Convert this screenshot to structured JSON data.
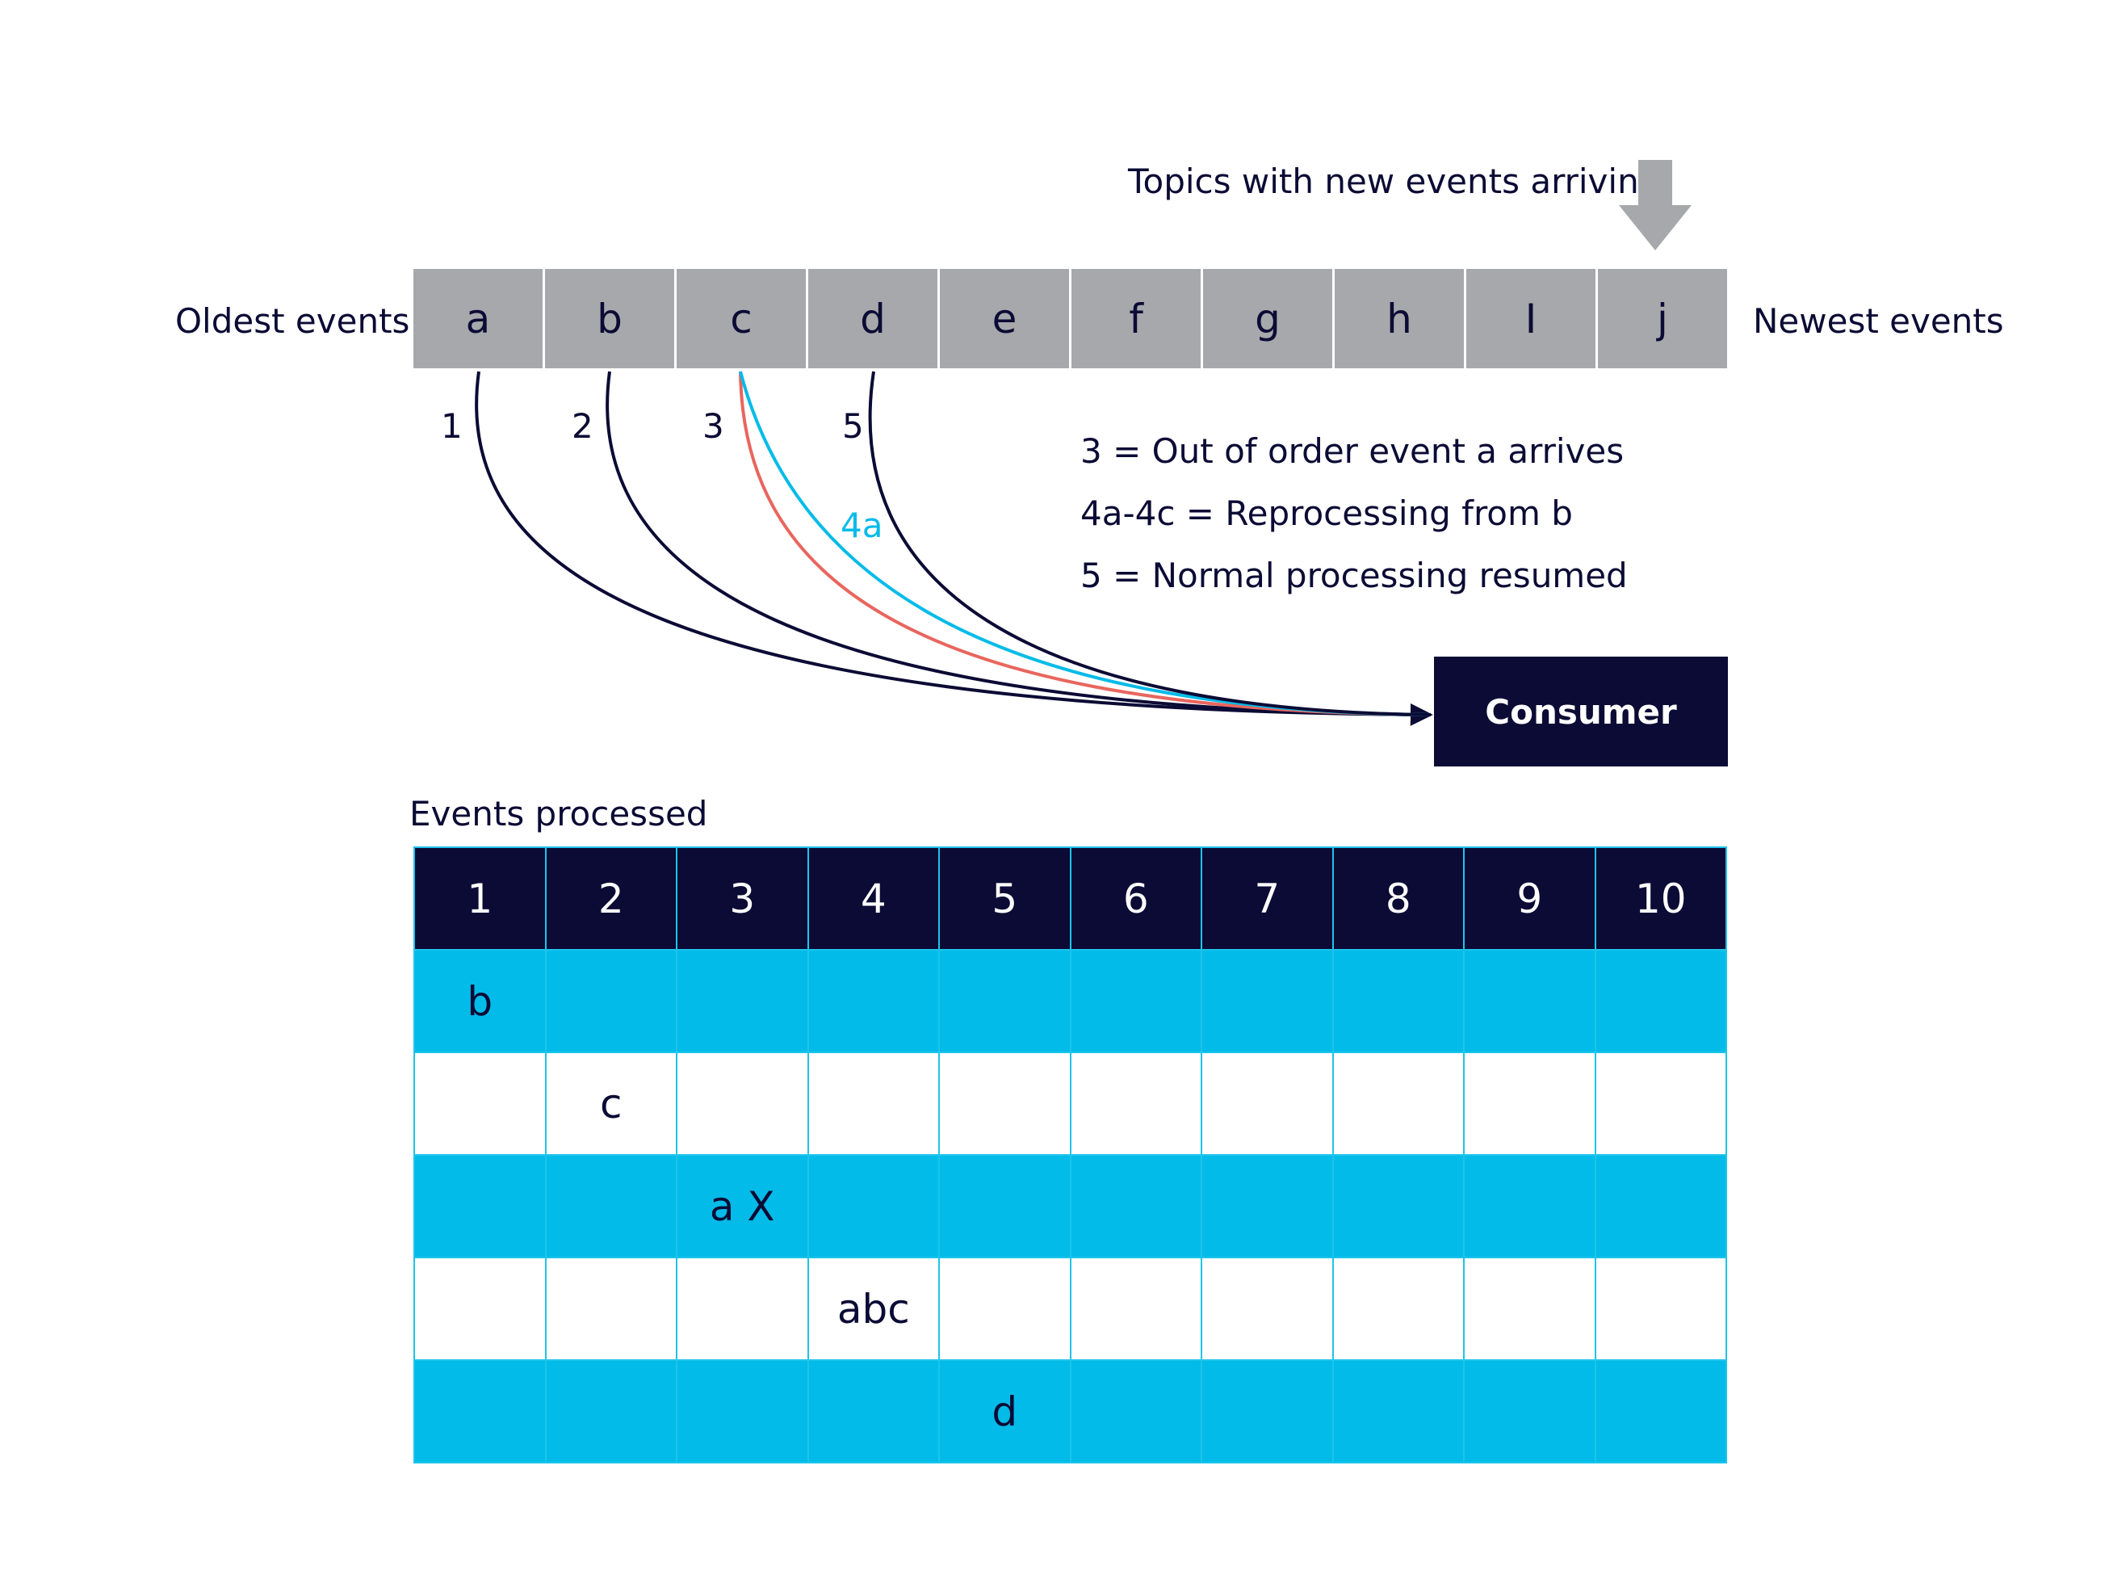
{
  "header": {
    "arrival_label": "Topics with new events arriving",
    "oldest_label": "Oldest events",
    "newest_label": "Newest events"
  },
  "topic_events": [
    "a",
    "b",
    "c",
    "d",
    "e",
    "f",
    "g",
    "h",
    "I",
    "j"
  ],
  "flow_numbers": {
    "n1": "1",
    "n2": "2",
    "n3": "3",
    "n5": "5",
    "n4a": "4a"
  },
  "legend": [
    "3 = Out of order event a arrives",
    "4a-4c = Reprocessing from b",
    "5 = Normal processing resumed"
  ],
  "consumer_label": "Consumer",
  "processed": {
    "title": "Events processed",
    "columns": [
      "1",
      "2",
      "3",
      "4",
      "5",
      "6",
      "7",
      "8",
      "9",
      "10"
    ],
    "rows": [
      [
        "b",
        "",
        "",
        "",
        "",
        "",
        "",
        "",
        "",
        ""
      ],
      [
        "",
        "c",
        "",
        "",
        "",
        "",
        "",
        "",
        "",
        ""
      ],
      [
        "",
        "",
        "a X",
        "",
        "",
        "",
        "",
        "",
        "",
        ""
      ],
      [
        "",
        "",
        "",
        "abc",
        "",
        "",
        "",
        "",
        "",
        ""
      ],
      [
        "",
        "",
        "",
        "",
        "d",
        "",
        "",
        "",
        "",
        ""
      ]
    ]
  },
  "colors": {
    "navy": "#0b0b35",
    "topic_gray": "#a6a8ab",
    "cyan": "#02bbe8",
    "red_line": "#e8665e",
    "arrow_gray": "#a6a8ab"
  }
}
